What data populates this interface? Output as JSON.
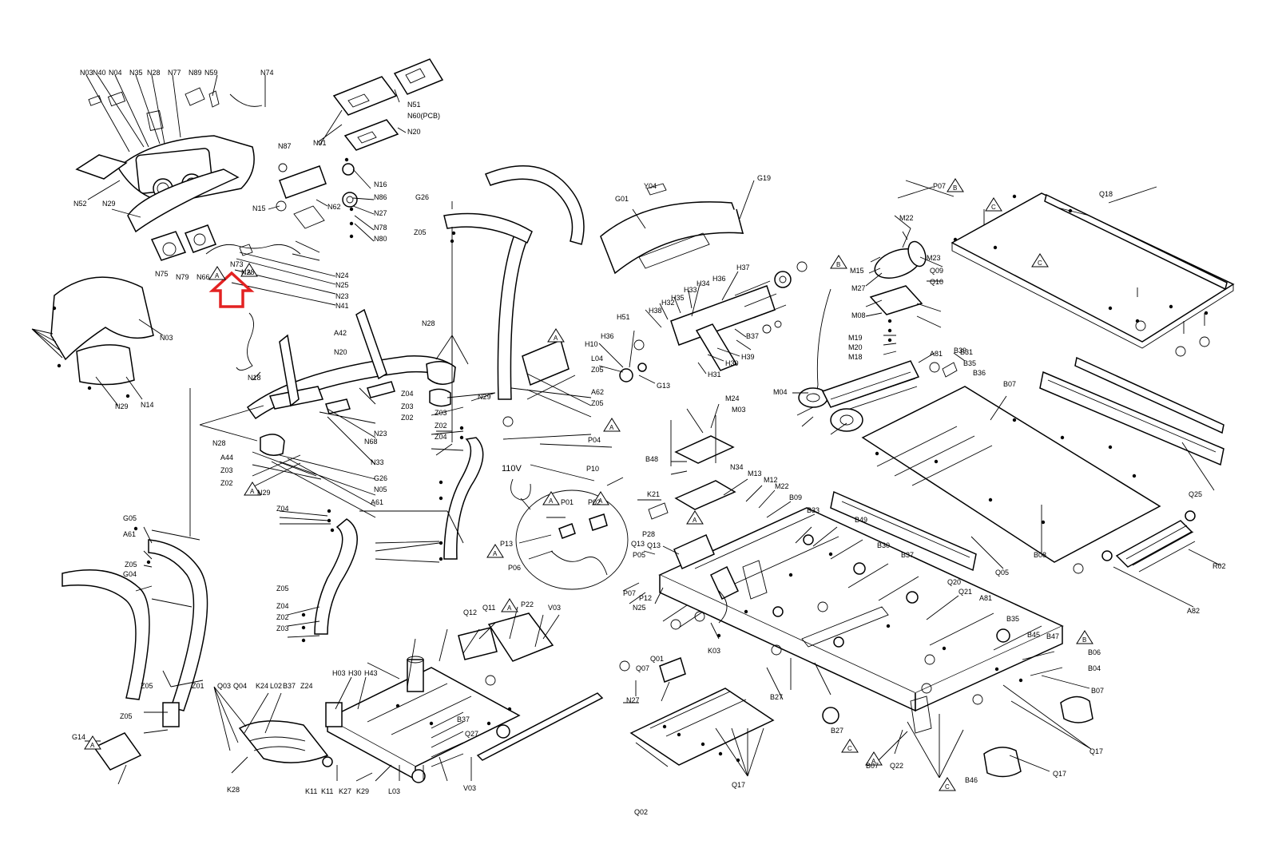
{
  "labels": {
    "console": [
      "N03",
      "N40",
      "N04",
      "N35",
      "N28",
      "N77",
      "N89",
      "N59",
      "N74",
      "N51",
      "N60(PCB)",
      "N20",
      "N01",
      "N87",
      "N16",
      "N86",
      "N15",
      "N62",
      "N27",
      "N78",
      "N80",
      "N52",
      "N29",
      "N75",
      "N79",
      "N66",
      "N73",
      "N28",
      "N24",
      "N25",
      "N23",
      "N41",
      "N03",
      "N14",
      "N29"
    ],
    "handlebar": [
      "N18",
      "A42",
      "N28",
      "N20",
      "N23",
      "N68",
      "Z03",
      "Z02",
      "Z04",
      "N28",
      "A44",
      "G26",
      "N05",
      "N29",
      "Z05",
      "Z03",
      "Z02",
      "Z04",
      "N29",
      "N33",
      "G26",
      "Z05",
      "Z04",
      "Z02",
      "Z03",
      "A61",
      "A62",
      "G05",
      "Z05",
      "G04",
      "A61",
      "Z04",
      "Z02",
      "Z03",
      "Z05",
      "Z01",
      "Z05",
      "Z05",
      "G14"
    ],
    "motor_cover": [
      "G01",
      "Y04",
      "G19",
      "H37",
      "H36",
      "H34",
      "H33",
      "H35",
      "H32",
      "H38",
      "H10",
      "H36",
      "L04",
      "Z05",
      "G13",
      "H31",
      "H30",
      "H39",
      "B37",
      "H51"
    ],
    "motor": [
      "P07",
      "Q09",
      "M15",
      "M27",
      "M08",
      "M19",
      "M20",
      "M18",
      "M22",
      "M23",
      "Q10",
      "A81",
      "B31",
      "B35",
      "B36",
      "M04",
      "B07",
      "Q18"
    ],
    "belt": [
      "Q25",
      "B08",
      "R02",
      "A82",
      "Q05",
      "B39",
      "B33",
      "B30",
      "B37",
      "B09",
      "B49",
      "Q21",
      "Q20",
      "A81",
      "B35",
      "B45",
      "B06",
      "B04",
      "B07",
      "Q17",
      "B47"
    ],
    "frame": [
      "M24",
      "M03",
      "B48",
      "N34",
      "M13",
      "M12",
      "M22",
      "K21",
      "Q13",
      "P28",
      "P05",
      "P06",
      "P13",
      "P01",
      "P02",
      "P10",
      "P04",
      "Q13",
      "P12",
      "P07",
      "N25",
      "Q02",
      "B27",
      "N27",
      "Q17",
      "Q01",
      "Q07",
      "K03",
      "Q12",
      "Q11",
      "P22",
      "V03",
      "H03",
      "H30",
      "H43",
      "Q03",
      "Q04",
      "K24",
      "L02",
      "B37",
      "Z24",
      "L03",
      "B37",
      "K11",
      "Q27",
      "K11",
      "K27",
      "K29",
      "K28",
      "V03",
      "B27",
      "B07",
      "Q22",
      "B46",
      "Q17",
      "B06"
    ]
  },
  "annotations": {
    "voltage": "110V",
    "tri_a": "A",
    "tri_b": "B",
    "tri_c": "C"
  },
  "highlight": {
    "color": "#e32222",
    "icon": "arrow-up-outline-icon"
  },
  "colors": {
    "ink": "#000000",
    "paper": "#ffffff"
  }
}
